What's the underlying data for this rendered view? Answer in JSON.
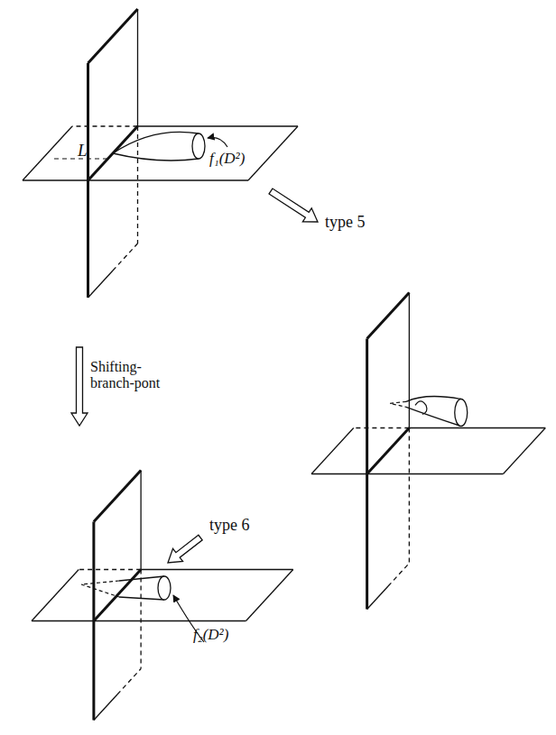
{
  "diagram": {
    "labels": [
      "L",
      "f₁(D²)",
      "type 5",
      "Shifting- branch-pont",
      "type 6",
      "f₂(D²)"
    ]
  }
}
